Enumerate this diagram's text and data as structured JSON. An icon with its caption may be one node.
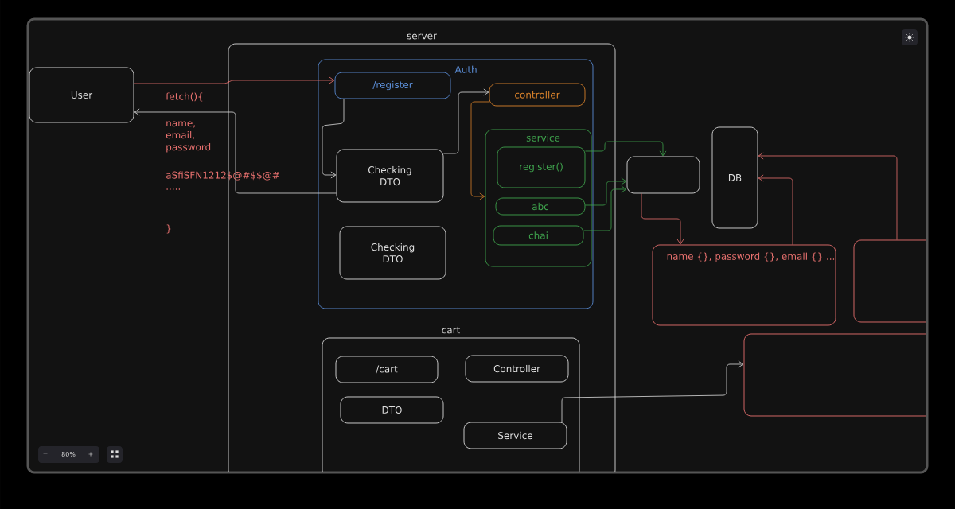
{
  "diagram": {
    "nodes": [
      {
        "text": [
          "User"
        ]
      },
      {
        "text": [
          "server"
        ]
      },
      {
        "text": [
          "Auth"
        ],
        "in": 1
      },
      {
        "text": [
          "/register"
        ],
        "in": 2
      },
      {
        "text": [
          "controller"
        ],
        "in": 2
      },
      {
        "text": [
          "Checking DTO"
        ],
        "in": 2
      },
      {
        "text": [
          "service"
        ],
        "in": 2
      },
      {
        "text": [
          "register()"
        ],
        "in": 6
      },
      {
        "text": [
          "abc"
        ],
        "in": 6
      },
      {
        "text": [
          "chai"
        ],
        "in": 6
      },
      {
        "text": [
          "Checking DTO"
        ],
        "in": 2
      },
      {
        "text": [],
        "shape": "box"
      },
      {
        "text": [
          "DB"
        ]
      },
      {
        "text": [
          "name {}, password {}, email {} ..."
        ]
      },
      {
        "text": [],
        "shape": "box"
      },
      {
        "text": [
          "cart"
        ],
        "in": 1
      },
      {
        "text": [
          "/cart"
        ],
        "in": 15
      },
      {
        "text": [
          "Controller"
        ],
        "in": 15
      },
      {
        "text": [
          "DTO"
        ],
        "in": 15
      },
      {
        "text": [
          "Service"
        ],
        "in": 15
      },
      {
        "text": [],
        "shape": "box"
      }
    ],
    "edges": [
      {
        "from": 0,
        "to": 3,
        "arrow": "to",
        "color": "#e8716f"
      },
      {
        "from": 5,
        "to": 0,
        "arrow": "to",
        "color": "#dddddd"
      },
      {
        "from": 3,
        "to": 5,
        "arrow": "to",
        "color": "#dddddd"
      },
      {
        "from": 5,
        "to": 4,
        "arrow": "to",
        "color": "#dddddd"
      },
      {
        "from": 4,
        "to": 6,
        "arrow": "to",
        "color": "#d9822b"
      },
      {
        "from": 7,
        "to": 11,
        "arrow": "to",
        "color": "#3fa34d"
      },
      {
        "from": 8,
        "to": 11,
        "arrow": "to",
        "color": "#3fa34d"
      },
      {
        "from": 9,
        "to": 11,
        "arrow": "to",
        "color": "#3fa34d"
      },
      {
        "from": 11,
        "to": 13,
        "arrow": "to",
        "color": "#e8716f"
      },
      {
        "from": 13,
        "to": 12,
        "arrow": "to",
        "color": "#e8716f"
      },
      {
        "from": 14,
        "to": 12,
        "arrow": "to",
        "color": "#e8716f"
      },
      {
        "from": 19,
        "to": 20,
        "arrow": "to",
        "color": "#dddddd"
      }
    ],
    "labels": [
      "fetch(){",
      "name, email, password",
      "aSfiSFN1212$@#$$@#",
      ".....",
      "}",
      "−",
      "80%",
      "+"
    ]
  }
}
